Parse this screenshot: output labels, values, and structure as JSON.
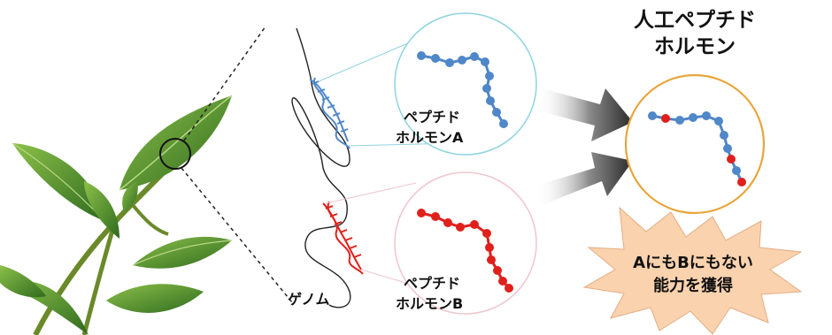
{
  "labels": {
    "artificial_title_line1": "人工ペプチド",
    "artificial_title_line2": "ホルモン",
    "hormone_a_line1": "ペプチド",
    "hormone_a_line2": "ホルモンA",
    "hormone_b_line1": "ペプチド",
    "hormone_b_line2": "ホルモンB",
    "genome": "ゲノム",
    "new_ability_line1": "AにもBにもない",
    "new_ability_line2": "能力を獲得"
  },
  "colors": {
    "hormone_a": "#4f87c9",
    "hormone_b": "#e0201b",
    "circle_a_border": "#8fd3e0",
    "circle_b_border": "#efc6cf",
    "artificial_circle_border": "#e8a63c",
    "burst_fill": "#fbd2ae",
    "leaf": "#4c8a2a"
  },
  "icons": {
    "plant": "leafy-plant",
    "dna": "dna-double-helix",
    "arrow": "gradient-arrow"
  }
}
